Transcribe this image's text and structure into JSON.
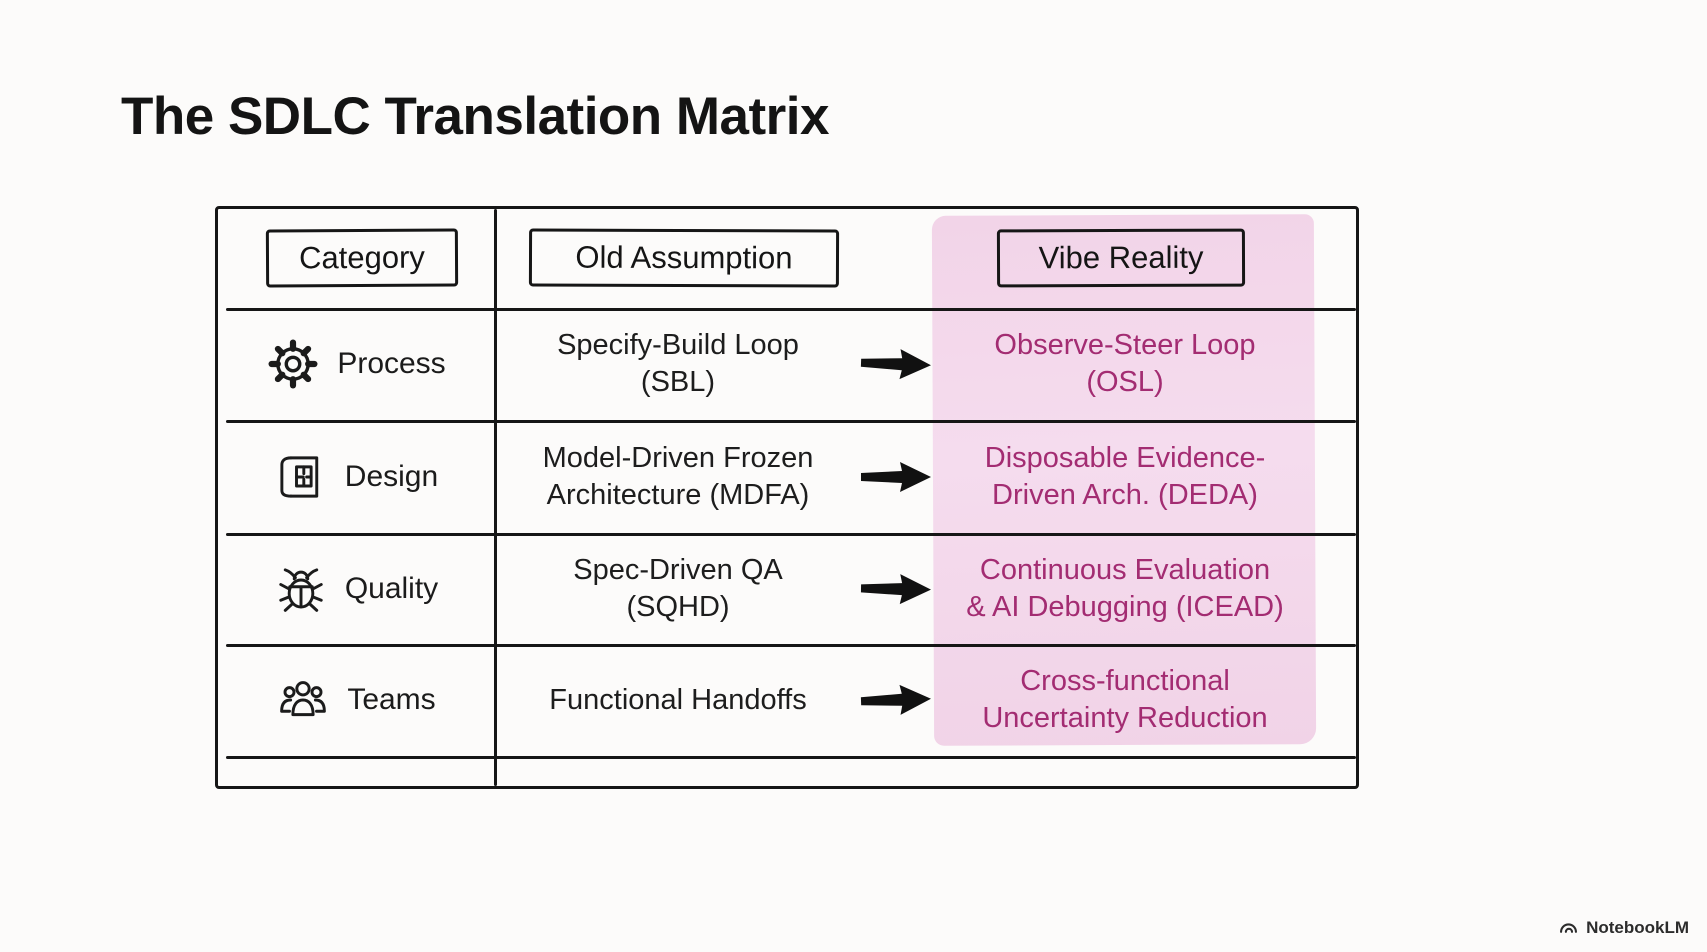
{
  "title": "The SDLC Translation Matrix",
  "watermark": {
    "brand": "NotebookLM"
  },
  "colors": {
    "highlight": "#f3d7e9",
    "accent_text": "#a32c72",
    "ink": "#161616"
  },
  "matrix": {
    "headers": [
      {
        "label": "Category"
      },
      {
        "label": "Old Assumption"
      },
      {
        "label": "Vibe Reality"
      }
    ],
    "rows": [
      {
        "icon": "gear",
        "category": "Process",
        "old_line1": "Specify-Build Loop",
        "old_line2": "(SBL)",
        "vibe_line1": "Observe-Steer Loop",
        "vibe_line2": "(OSL)"
      },
      {
        "icon": "blueprint",
        "category": "Design",
        "old_line1": "Model-Driven Frozen",
        "old_line2": "Architecture (MDFA)",
        "vibe_line1": "Disposable Evidence-",
        "vibe_line2": "Driven Arch. (DEDA)"
      },
      {
        "icon": "bug",
        "category": "Quality",
        "old_line1": "Spec-Driven QA",
        "old_line2": "(SQHD)",
        "vibe_line1": "Continuous Evaluation",
        "vibe_line2": "& AI Debugging (ICEAD)"
      },
      {
        "icon": "people",
        "category": "Teams",
        "old_line1": "Functional Handoffs",
        "old_line2": "",
        "vibe_line1": "Cross-functional",
        "vibe_line2": "Uncertainty Reduction"
      }
    ]
  }
}
